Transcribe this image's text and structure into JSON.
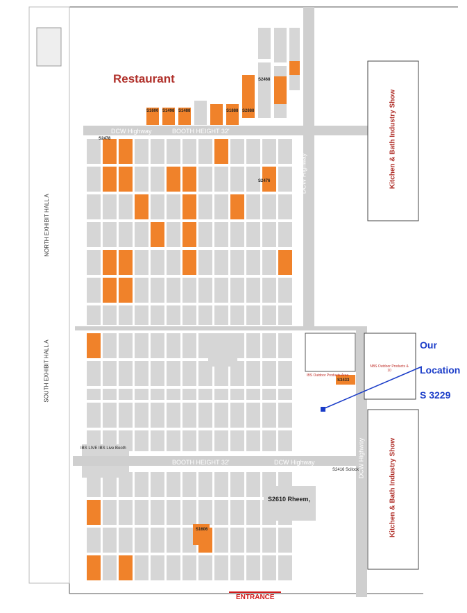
{
  "title_restaurant": "Restaurant",
  "kbis_label": "Kitchen & Bath Industry Show",
  "our_location": {
    "line1": "Our",
    "line2": "Location",
    "line3": "S 3229"
  },
  "entrance": "ENTRANCE",
  "aisles": {
    "dcw_highway": "DCW Highway",
    "booth_height": "BOOTH HEIGHT 32'"
  },
  "halls": {
    "north": "NORTH EXHIBIT HALL A",
    "south": "SOUTH EXHIBIT HALL A"
  },
  "booths": {
    "s2610": "S2610 Rheem,",
    "s1606": "S1606",
    "s3433": "S3433",
    "ibs_live": "IBS LIVE IBS Live Booth",
    "nbs_outdoor": "NBS Outdoor Products & 10",
    "ibs_outdoor_row": "IBS Outdoor Products Area",
    "s2476": "S2476",
    "s1600": "S1600",
    "s1498": "S1498",
    "s1488": "S1488",
    "s1888": "S1888",
    "s2888": "S2888",
    "s2468": "S2468",
    "s2478": "S2478",
    "s2416": "S2416 Scilock"
  },
  "colors": {
    "booth_gray": "#d6d6d6",
    "booth_orange": "#f0822a",
    "aisle_gray": "#cfcfcf",
    "restaurant_red": "#b0302a",
    "location_blue": "#1a3cc8",
    "entrance_red": "#d01b1b"
  }
}
